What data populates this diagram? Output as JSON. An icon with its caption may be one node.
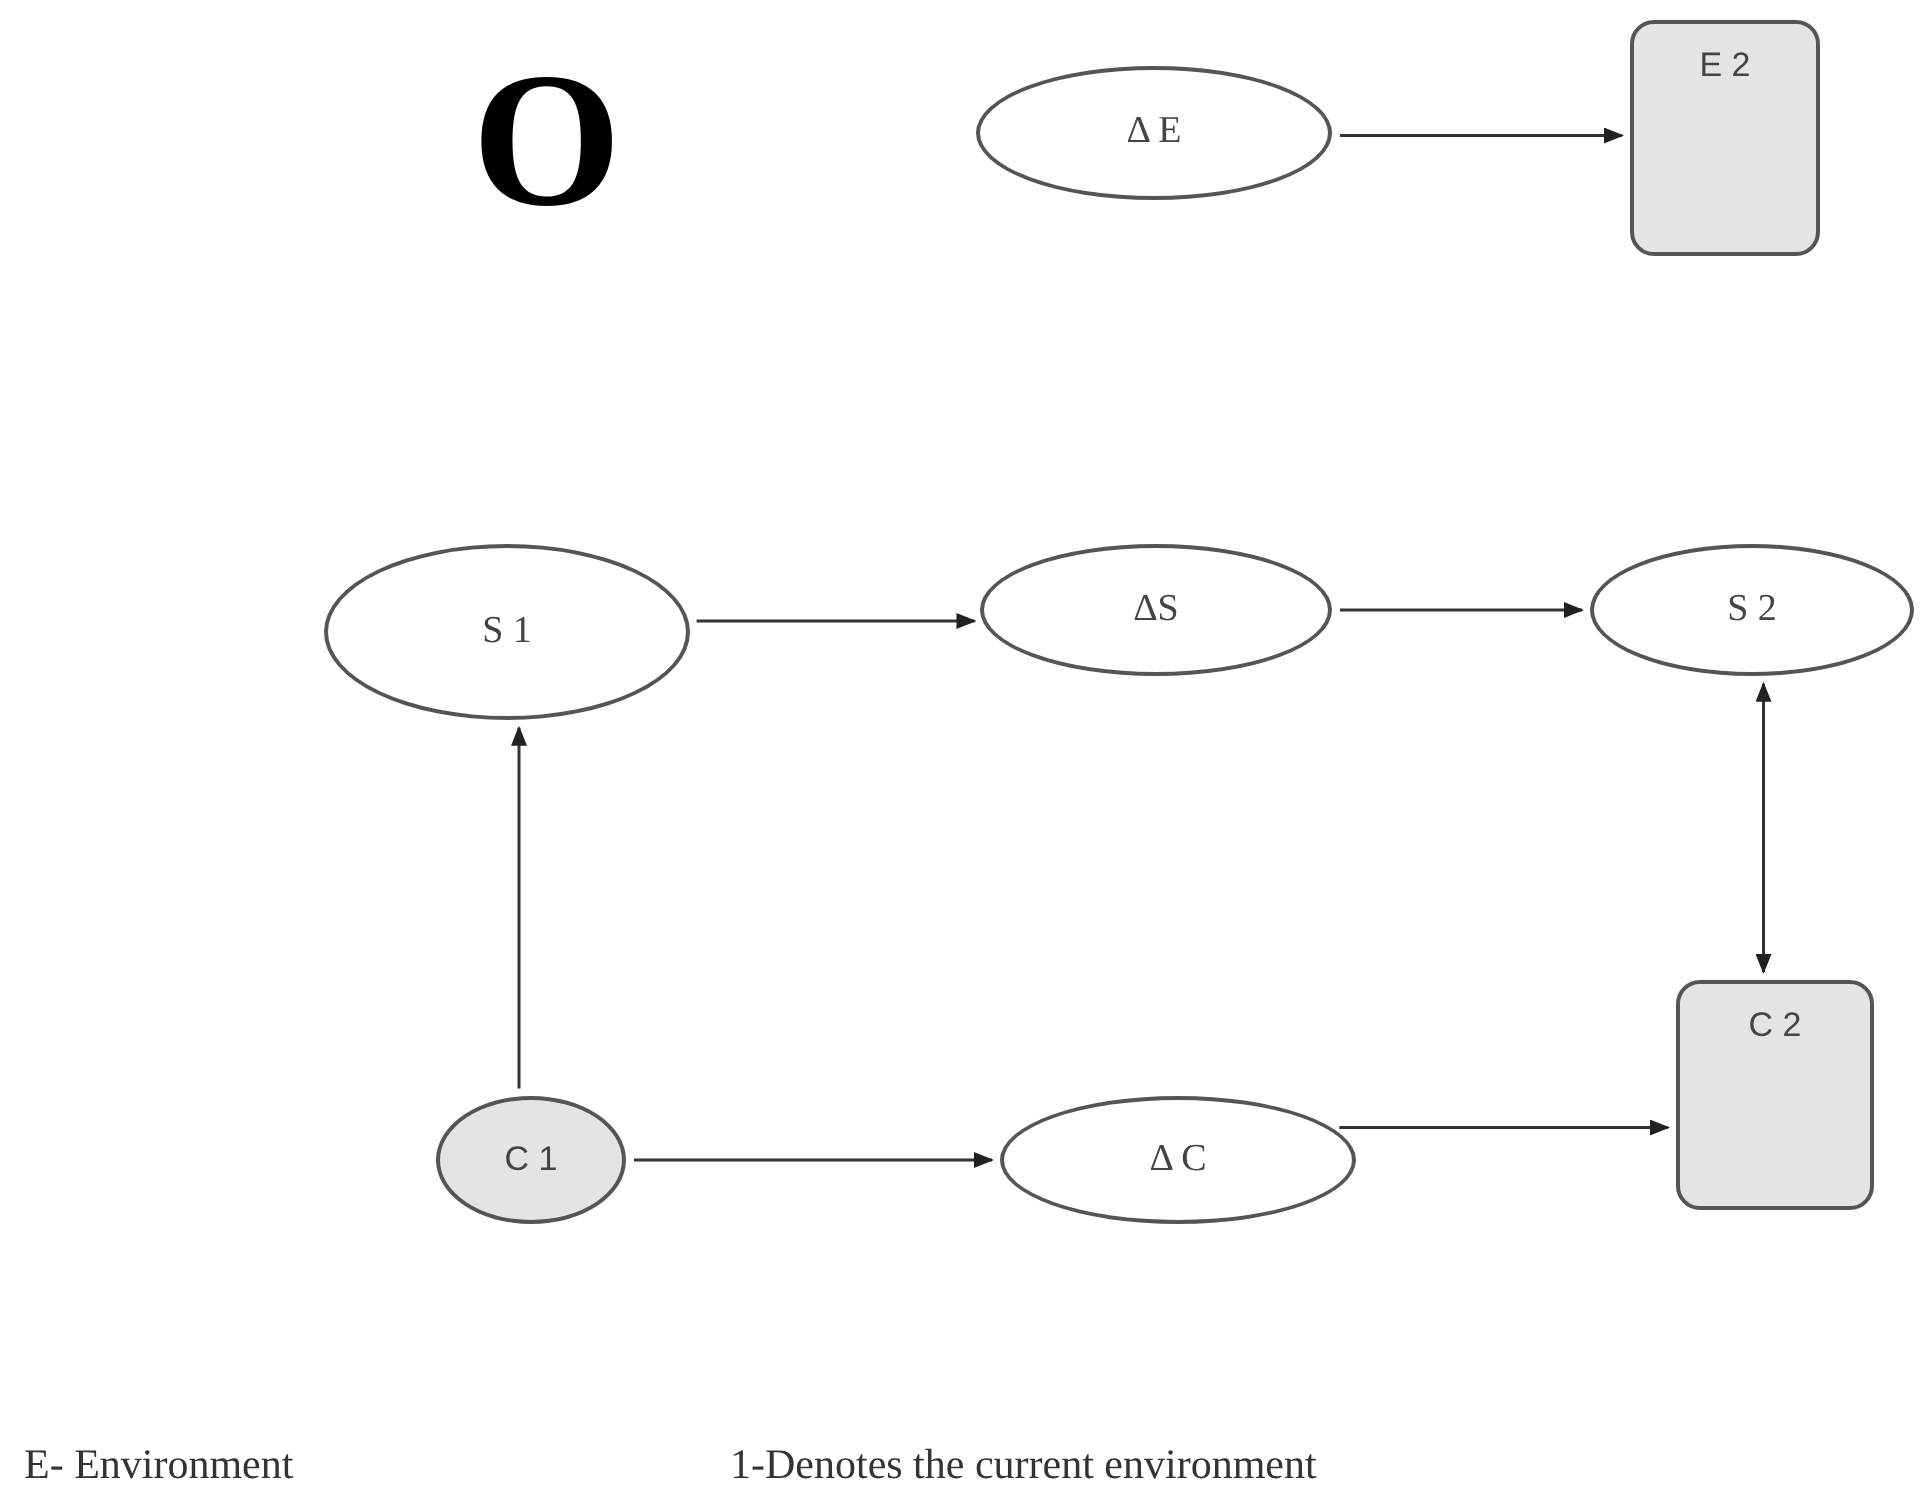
{
  "diagram": {
    "nodes": [
      {
        "text": [
          "Δ E"
        ]
      },
      {
        "text": [
          "E 2"
        ]
      },
      {
        "text": [
          "S 1"
        ]
      },
      {
        "text": [
          "ΔS"
        ]
      },
      {
        "text": [
          "S 2"
        ]
      },
      {
        "text": [
          "C 1"
        ]
      },
      {
        "text": [
          "Δ C"
        ]
      },
      {
        "text": [
          "C 2"
        ]
      }
    ],
    "edges": [
      {
        "from": 0,
        "to": 1,
        "arrow": "to"
      },
      {
        "from": 2,
        "to": 3,
        "arrow": "to"
      },
      {
        "from": 3,
        "to": 4,
        "arrow": "to"
      },
      {
        "from": 5,
        "to": 2,
        "arrow": "to"
      },
      {
        "from": 4,
        "to": 7,
        "arrow": "both"
      },
      {
        "from": 5,
        "to": 6,
        "arrow": "to"
      },
      {
        "from": 6,
        "to": 7,
        "arrow": "to"
      }
    ],
    "labels": [
      "O",
      "E- Environment",
      "1-Denotes the current environment"
    ]
  }
}
